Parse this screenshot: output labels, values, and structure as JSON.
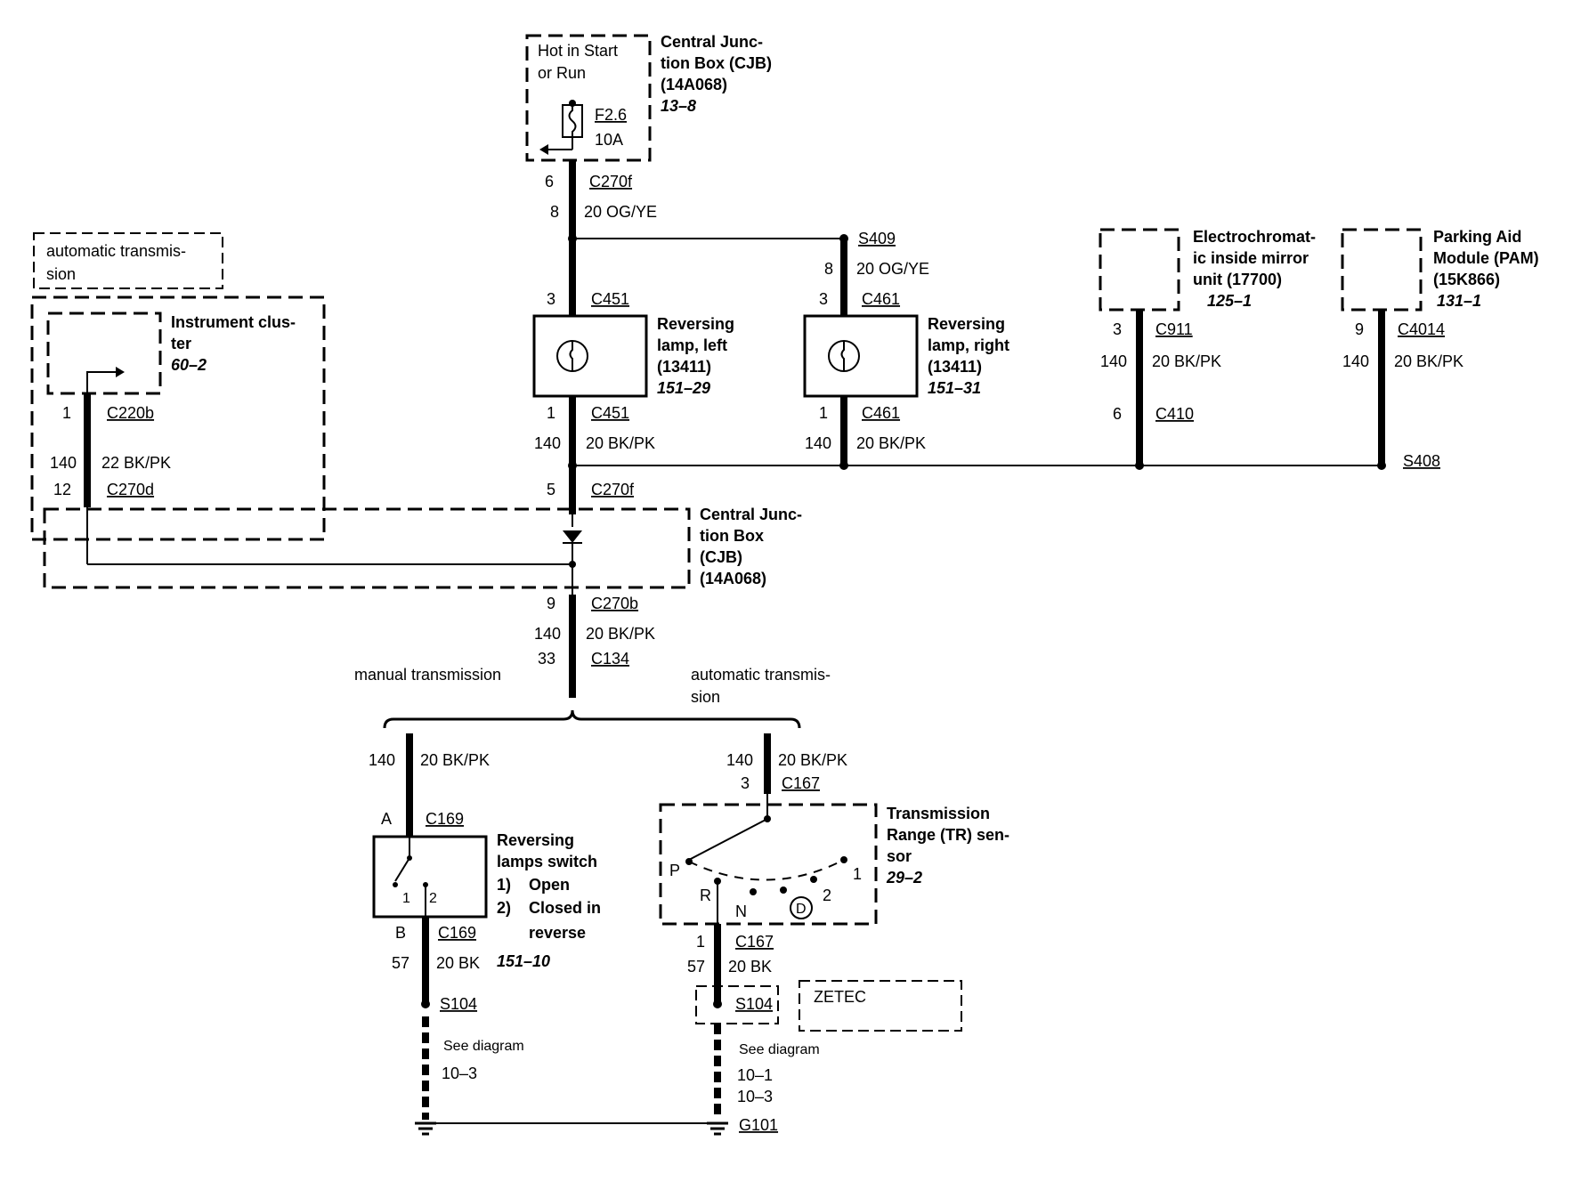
{
  "cjb_top": {
    "label": "Hot in Start",
    "label2": "or Run",
    "fuse": "F2.6",
    "fuse_rating": "10A",
    "title": [
      "Central Junc-",
      "tion Box (CJB)",
      "(14A068)"
    ],
    "ref": "13–8"
  },
  "c270f_top": {
    "pin1": "6",
    "conn": "C270f",
    "pin2": "8",
    "wire": "20 OG/YE"
  },
  "s409": {
    "splice": "S409",
    "pin": "8",
    "wire": "20 OG/YE"
  },
  "lamp_left": {
    "pin_top": "3",
    "conn_top": "C451",
    "title": [
      "Reversing",
      "lamp, left",
      "(13411)"
    ],
    "ref": "151–29",
    "pin_bot": "1",
    "conn_bot": "C451",
    "circuit": "140",
    "wire": "20 BK/PK"
  },
  "lamp_right": {
    "pin_top": "3",
    "conn_top": "C461",
    "title": [
      "Reversing",
      "lamp, right",
      "(13411)"
    ],
    "ref": "151–31",
    "pin_bot": "1",
    "conn_bot": "C461",
    "circuit": "140",
    "wire": "20 BK/PK"
  },
  "mirror": {
    "title": [
      "Electrochromat-",
      "ic inside mirror",
      "unit (17700)"
    ],
    "ref": "125–1",
    "pin": "3",
    "conn": "C911",
    "circuit": "140",
    "wire": "20 BK/PK",
    "pin2": "6",
    "conn2": "C410"
  },
  "pam": {
    "title": [
      "Parking Aid",
      "Module (PAM)",
      "(15K866)"
    ],
    "ref": "131–1",
    "pin": "9",
    "conn": "C4014",
    "circuit": "140",
    "wire": "20 BK/PK",
    "splice": "S408"
  },
  "auto_trans_note": [
    "automatic transmis-",
    "sion"
  ],
  "cluster": {
    "title": [
      "Instrument clus-",
      "ter"
    ],
    "ref": "60–2",
    "pin": "1",
    "conn": "C220b",
    "circuit": "140",
    "wire": "22 BK/PK",
    "pin2": "12",
    "conn2": "C270d"
  },
  "cjb_mid": {
    "pin": "5",
    "conn": "C270f",
    "title": [
      "Central Junc-",
      "tion Box",
      "(CJB)",
      "(14A068)"
    ]
  },
  "c270b": {
    "pin": "9",
    "conn": "C270b",
    "circuit": "140",
    "wire": "20 BK/PK",
    "pin2": "33",
    "conn2": "C134"
  },
  "branch": {
    "manual": "manual transmission",
    "auto": [
      "automatic transmis-",
      "sion"
    ]
  },
  "manual_side": {
    "circuit": "140",
    "wire": "20 BK/PK",
    "pin_a": "A",
    "conn_a": "C169",
    "switch_title": [
      "Reversing",
      "lamps switch"
    ],
    "switch_items": [
      "1)",
      "Open",
      "2)",
      "Closed in",
      "reverse"
    ],
    "ref": "151–10",
    "pos1": "1",
    "pos2": "2",
    "pin_b": "B",
    "conn_b": "C169",
    "circuit_b": "57",
    "wire_b": "20 BK",
    "splice": "S104",
    "see": "See diagram",
    "see_ref": "10–3"
  },
  "auto_side": {
    "circuit": "140",
    "wire": "20 BK/PK",
    "pin": "3",
    "conn": "C167",
    "tr_title": [
      "Transmission",
      "Range (TR) sen-",
      "sor"
    ],
    "ref": "29–2",
    "positions": [
      "P",
      "R",
      "N",
      "D",
      "2",
      "1"
    ],
    "pin_b": "1",
    "conn_b": "C167",
    "circuit_b": "57",
    "wire_b": "20 BK",
    "splice": "S104",
    "zetec": "ZETEC",
    "see": "See diagram",
    "see_ref1": "10–1",
    "see_ref2": "10–3",
    "ground": "G101"
  }
}
